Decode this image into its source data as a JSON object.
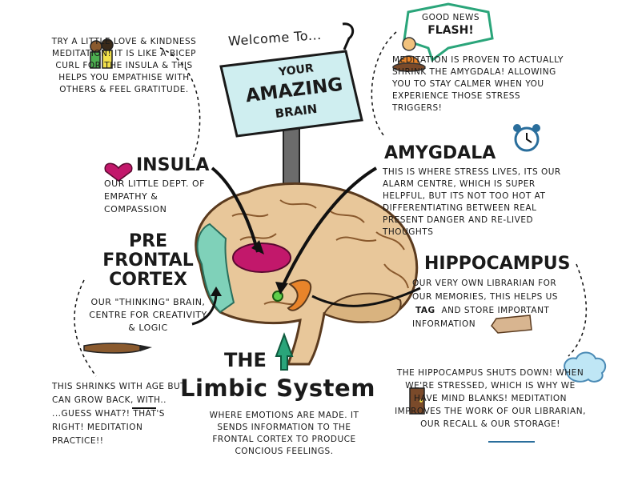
{
  "sign": {
    "welcome": "Welcome To...",
    "your": "YOUR",
    "amazing": "AMAZING",
    "brain": "BRAIN"
  },
  "love_kindness": {
    "text": "Try a little Love & Kindness meditation! It is like a bicep curl for the insula & this helps you empathise with others & feel gratitude."
  },
  "insula": {
    "title": "INSULA",
    "desc": "Our little dept. of empathy & compassion"
  },
  "prefrontal": {
    "title_line1": "PRE",
    "title_line2": "FRONTAL",
    "title_line3": "CORTEX",
    "desc": "Our \"thinking\" brain, centre for creativity & logic"
  },
  "shrinks": {
    "text": "This shrinks with age BUT can grow back, with.. ...guess what?! That's right! Meditation practice!!"
  },
  "good_news": {
    "bubble_line1": "Good news",
    "bubble_line2": "FLASH!",
    "text": "Meditation is proven to actually shrink the amygdala! Allowing you to stay calmer when you experience those stress triggers!"
  },
  "amygdala": {
    "title": "AMYGDALA",
    "desc": "This is where stress lives, its our alarm centre, which is super helpful, but its not too hot at differentiating between real present danger and re-lived thoughts"
  },
  "hippocampus": {
    "title": "HIPPOCAMPUS",
    "desc_before_tag": "Our very own librarian for our memories, this helps us",
    "tag": "TAG",
    "desc_after_tag": "and store important information"
  },
  "shuts_down": {
    "text": "The hippocampus shuts down! When we're stressed, which is why we have mind blanks! Meditation improves the work of our librarian, our recall & our storage!"
  },
  "limbic": {
    "the": "THE",
    "title": "Limbic System",
    "desc": "Where emotions are made. It sends information to the frontal cortex to produce concious feelings."
  },
  "colors": {
    "brain": "#e8c79a",
    "brain_outline": "#5a3a1e",
    "prefrontal": "#7fd1b9",
    "insula": "#c2186b",
    "amygdala": "#5fcf4a",
    "hippocampus": "#e8842a",
    "sign": "#cfeef0",
    "arrow_up": "#2aa57a",
    "cloud": "#bfe6f5",
    "heart": "#c2186b"
  }
}
